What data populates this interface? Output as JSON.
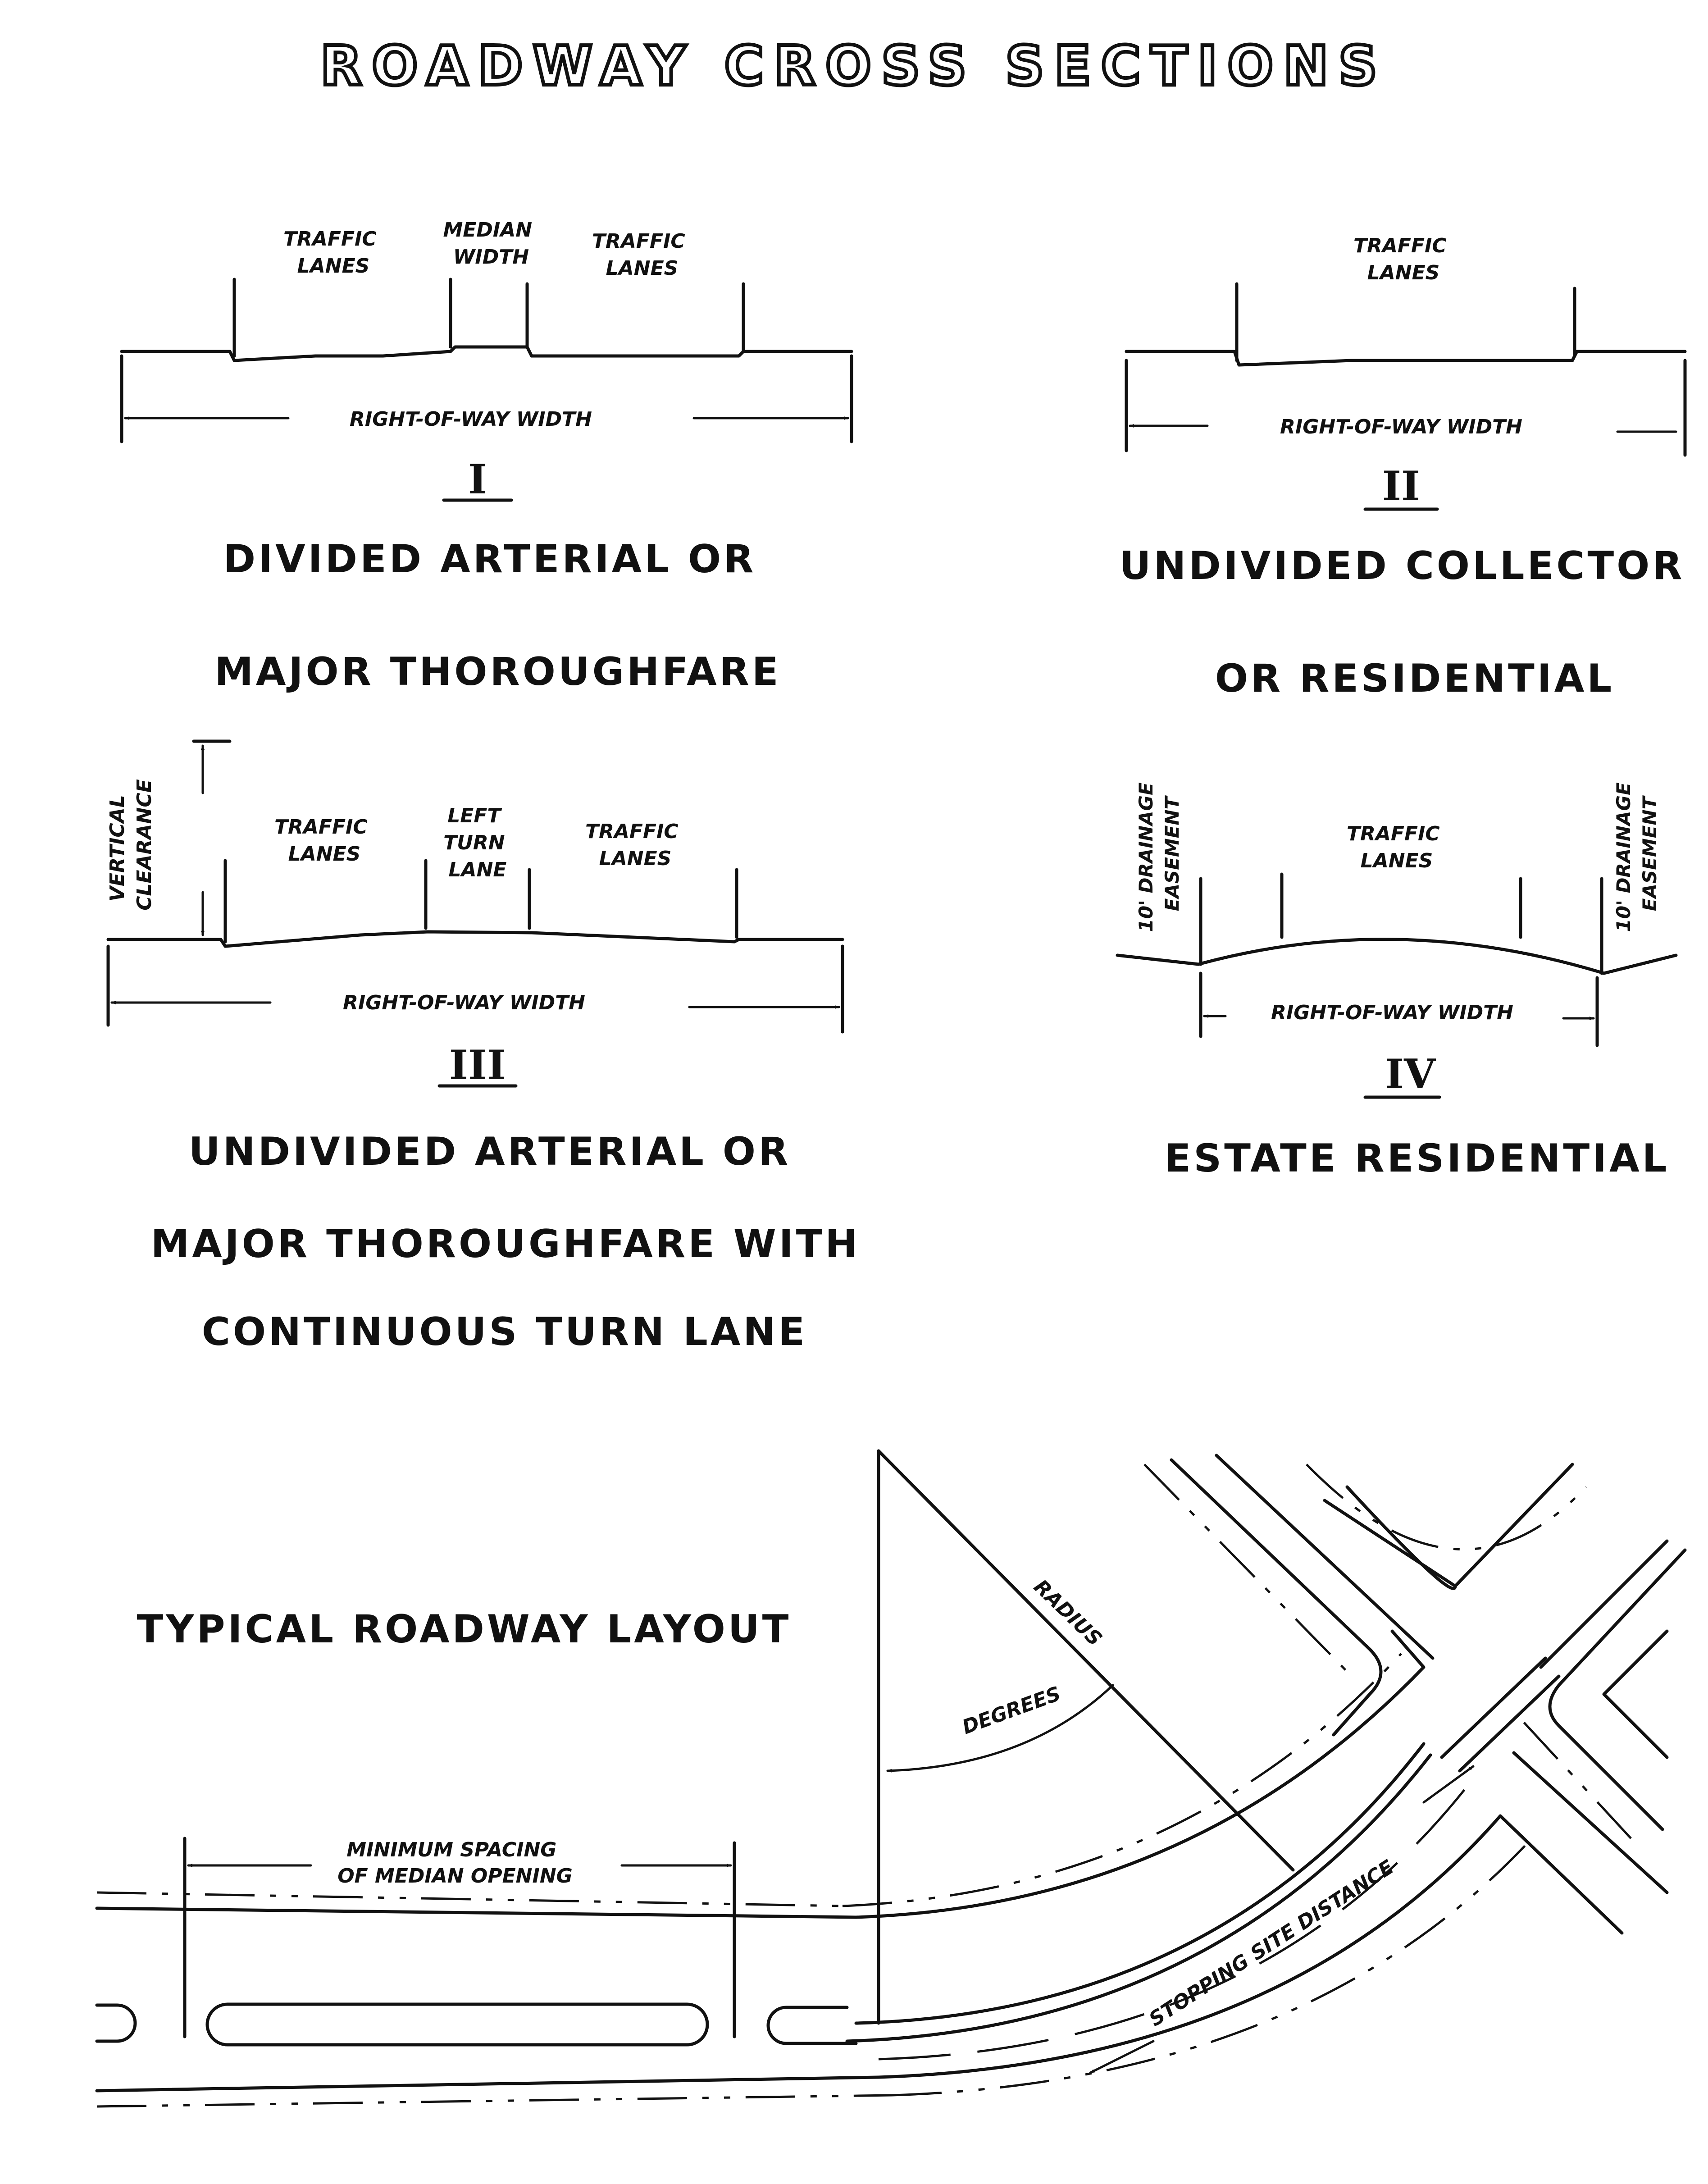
{
  "title": "ROADWAY CROSS SECTIONS",
  "sections": [
    {
      "numeral": "I",
      "caption_lines": [
        "DIVIDED ARTERIAL OR",
        "MAJOR THOROUGHFARE"
      ],
      "labels": {
        "traffic_left": [
          "TRAFFIC",
          "LANES"
        ],
        "median": [
          "MEDIAN",
          "WIDTH"
        ],
        "traffic_right": [
          "TRAFFIC",
          "LANES"
        ],
        "row": "RIGHT-OF-WAY WIDTH"
      }
    },
    {
      "numeral": "II",
      "caption_lines": [
        "UNDIVIDED COLLECTOR",
        "OR RESIDENTIAL"
      ],
      "labels": {
        "traffic": [
          "TRAFFIC",
          "LANES"
        ],
        "row": "RIGHT-OF-WAY WIDTH"
      }
    },
    {
      "numeral": "III",
      "caption_lines": [
        "UNDIVIDED ARTERIAL OR",
        "MAJOR THOROUGHFARE WITH",
        "CONTINUOUS TURN LANE"
      ],
      "labels": {
        "vertical_clearance": [
          "VERTICAL",
          "CLEARANCE"
        ],
        "traffic_left": [
          "TRAFFIC",
          "LANES"
        ],
        "left_turn": [
          "LEFT",
          "TURN",
          "LANE"
        ],
        "traffic_right": [
          "TRAFFIC",
          "LANES"
        ],
        "row": "RIGHT-OF-WAY WIDTH"
      }
    },
    {
      "numeral": "IV",
      "caption_lines": [
        "ESTATE RESIDENTIAL"
      ],
      "labels": {
        "drainage_left": [
          "10' DRAINAGE",
          "EASEMENT"
        ],
        "traffic": [
          "TRAFFIC",
          "LANES"
        ],
        "drainage_right": [
          "10' DRAINAGE",
          "EASEMENT"
        ],
        "row": "RIGHT-OF-WAY WIDTH"
      }
    }
  ],
  "layout": {
    "heading": "TYPICAL ROADWAY LAYOUT",
    "radius_label": "RADIUS",
    "degrees_label": "DEGREES",
    "median_spacing": [
      "MINIMUM SPACING",
      "OF MEDIAN OPENING"
    ],
    "stopping_sight": "STOPPING SITE DISTANCE"
  }
}
